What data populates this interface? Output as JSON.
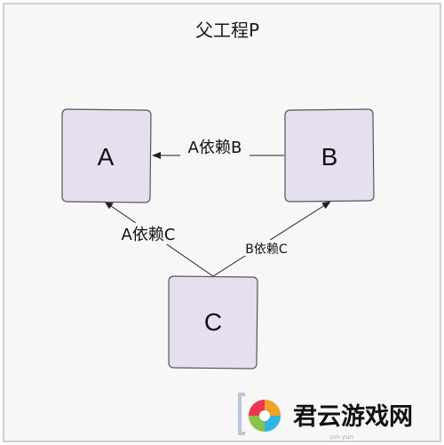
{
  "container": {
    "title": "父工程P"
  },
  "nodes": [
    {
      "id": "A",
      "label": "A"
    },
    {
      "id": "B",
      "label": "B"
    },
    {
      "id": "C",
      "label": "C"
    }
  ],
  "edges": [
    {
      "from": "B",
      "to": "A",
      "label": "A依赖B"
    },
    {
      "from": "C",
      "to": "A",
      "label": "A依赖C"
    },
    {
      "from": "C",
      "to": "B",
      "label": "B依赖C"
    }
  ],
  "colors": {
    "node_fill": "#e6dff0",
    "node_stroke": "#555555",
    "container_fill": "#f7f7f7",
    "container_stroke": "#b5b5b5",
    "edge_stroke": "#222222"
  },
  "watermark": {
    "text": "君云游戏网",
    "subtext": "jun yun",
    "logo_icon": "swirl-logo-icon"
  }
}
